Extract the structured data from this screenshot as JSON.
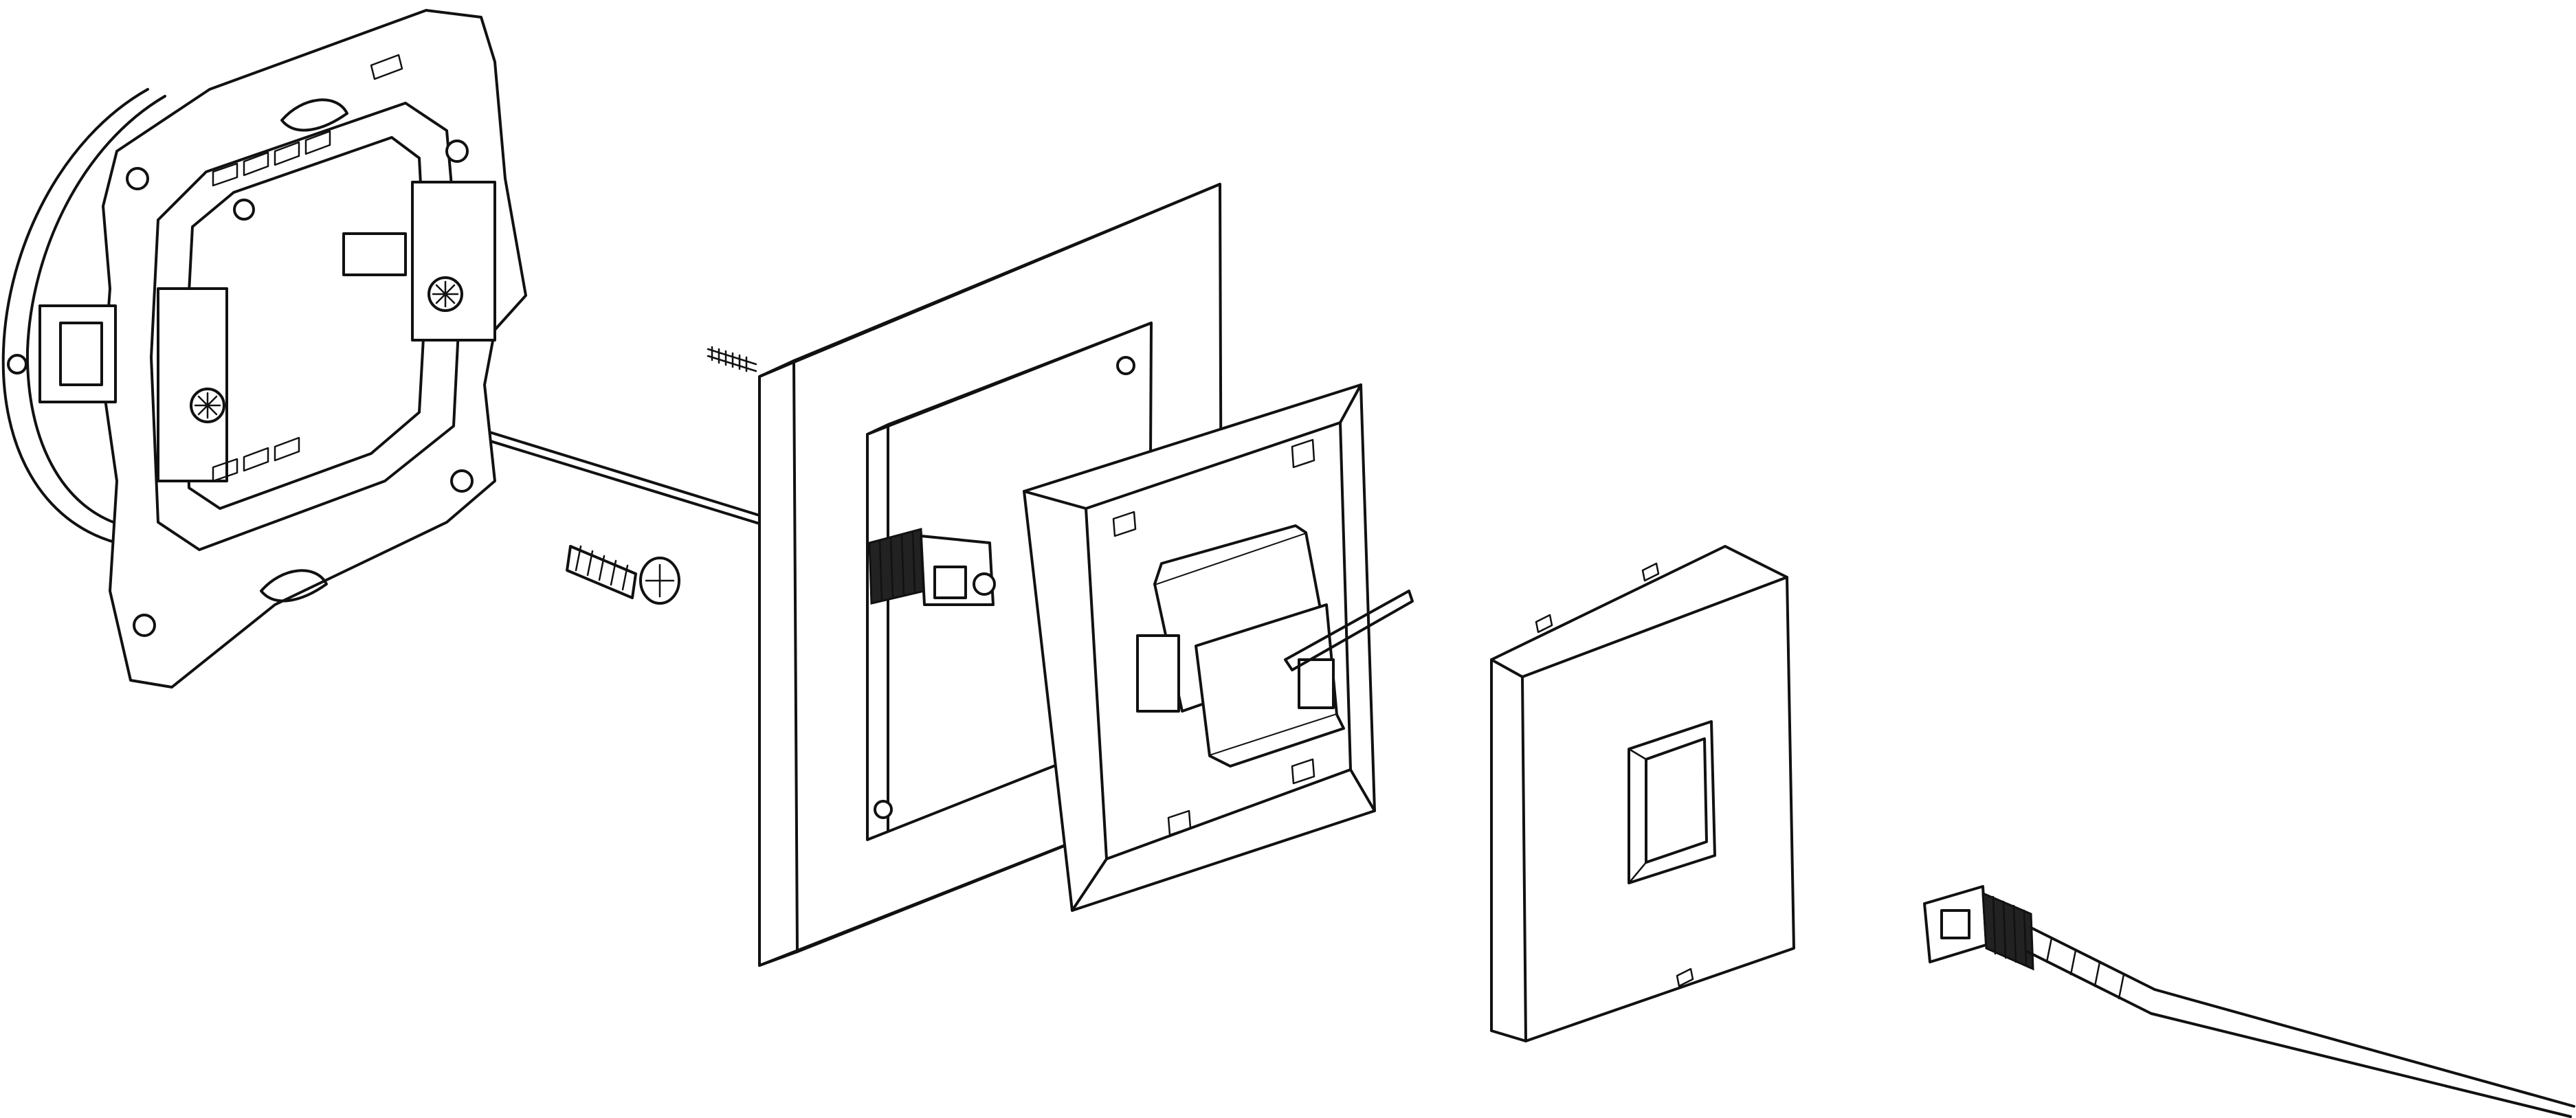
{
  "figure": {
    "kind": "exploded-assembly-line-drawing",
    "line_color": "#111111",
    "background_color": "#ffffff",
    "parts": [
      {
        "id": "mounting-frame",
        "icon": "mounting-frame-icon"
      },
      {
        "id": "fixing-screw-long",
        "icon": "screw-icon"
      },
      {
        "id": "fixing-screw-short",
        "icon": "screw-icon"
      },
      {
        "id": "cover-frame",
        "icon": "square-frame-icon"
      },
      {
        "id": "insert-with-coupler",
        "icon": "keystone-insert-icon"
      },
      {
        "id": "cover-plate",
        "icon": "cover-plate-icon"
      },
      {
        "id": "fiber-patch-cord",
        "icon": "fiber-connector-icon"
      }
    ]
  }
}
